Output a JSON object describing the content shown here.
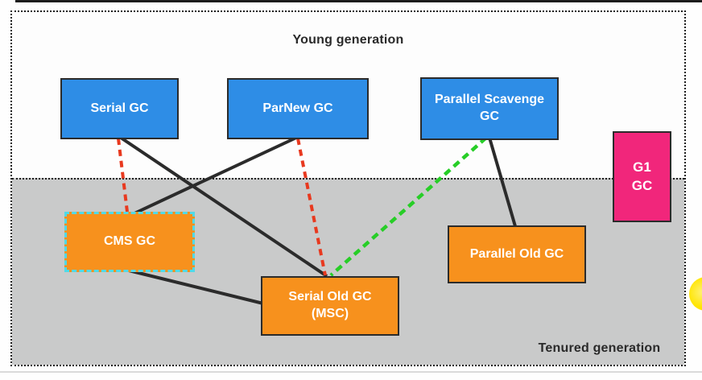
{
  "diagram": {
    "young_region": {
      "label": "Young generation"
    },
    "tenured_region": {
      "label": "Tenured generation"
    },
    "nodes": [
      {
        "id": "serial-gc",
        "label": "Serial GC",
        "region": "young",
        "fill": "#2e8de6"
      },
      {
        "id": "parnew-gc",
        "label": "ParNew GC",
        "region": "young",
        "fill": "#2e8de6"
      },
      {
        "id": "parallel-scavenge-gc",
        "label": "Parallel Scavenge\nGC",
        "region": "young",
        "fill": "#2e8de6"
      },
      {
        "id": "g1-gc",
        "label": "G1\nGC",
        "region": "young-and-tenured",
        "fill": "#f1267b"
      },
      {
        "id": "cms-gc",
        "label": "CMS GC",
        "region": "tenured",
        "fill": "#f7911d",
        "border": "#50dae8"
      },
      {
        "id": "serial-old-gc",
        "label": "Serial Old GC\n(MSC)",
        "region": "tenured",
        "fill": "#f7911d"
      },
      {
        "id": "parallel-old-gc",
        "label": "Parallel Old GC",
        "region": "tenured",
        "fill": "#f7911d"
      }
    ],
    "edges": [
      {
        "from": "serial-gc",
        "to": "serial-old-gc",
        "style": "solid-black"
      },
      {
        "from": "serial-gc",
        "to": "cms-gc",
        "style": "dashed-red"
      },
      {
        "from": "parnew-gc",
        "to": "cms-gc",
        "style": "solid-black"
      },
      {
        "from": "parnew-gc",
        "to": "serial-old-gc",
        "style": "dashed-red"
      },
      {
        "from": "parallel-scavenge-gc",
        "to": "serial-old-gc",
        "style": "dashed-green"
      },
      {
        "from": "parallel-scavenge-gc",
        "to": "parallel-old-gc",
        "style": "solid-black"
      },
      {
        "from": "cms-gc",
        "to": "serial-old-gc",
        "style": "solid-black"
      }
    ],
    "colors": {
      "young_gc_fill": "#2e8de6",
      "old_gc_fill": "#f7911d",
      "g1_fill": "#f1267b",
      "cms_border": "#50dae8",
      "edge_black": "#2b2b2b",
      "edge_red": "#e8391f",
      "edge_green": "#27ce27",
      "tenured_bg": "#c9caca"
    }
  }
}
